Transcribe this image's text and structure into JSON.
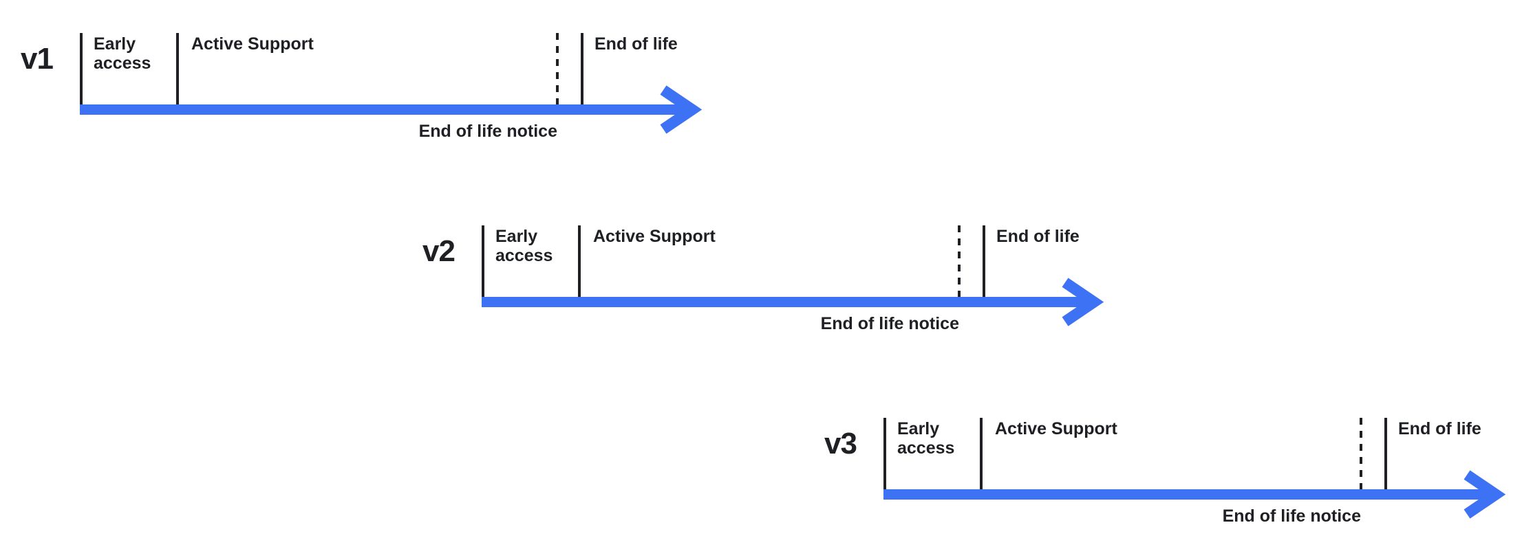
{
  "diagram": {
    "type": "release-lifecycle-timeline",
    "background_color": "#ffffff",
    "colors": {
      "arrow": "#3e72f4",
      "text": "#1f2024"
    },
    "rows": [
      {
        "version": "v1",
        "labels": {
          "early_access": "Early access",
          "active_support": "Active Support",
          "end_of_life": "End of life",
          "end_of_life_notice": "End of life notice"
        }
      },
      {
        "version": "v2",
        "labels": {
          "early_access": "Early access",
          "active_support": "Active Support",
          "end_of_life": "End of life",
          "end_of_life_notice": "End of life notice"
        }
      },
      {
        "version": "v3",
        "labels": {
          "early_access": "Early access",
          "active_support": "Active Support",
          "end_of_life": "End of life",
          "end_of_life_notice": "End of life notice"
        }
      }
    ]
  }
}
